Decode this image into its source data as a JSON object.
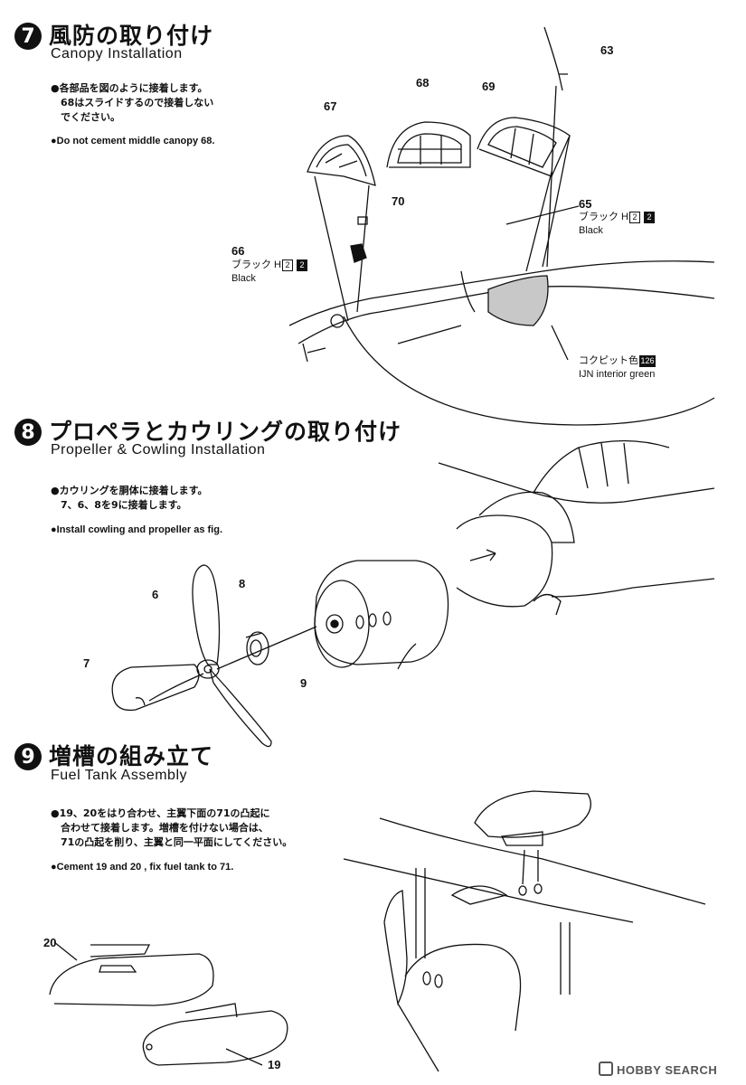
{
  "steps": [
    {
      "number": "7",
      "title_jp": "風防の取り付け",
      "title_en": "Canopy  Installation",
      "note_jp": "●各部品を図のように接着します。\n　68はスライドするので接着しない\n　でください。",
      "note_en": "●Do  not  cement  middle  canopy  68."
    },
    {
      "number": "8",
      "title_jp": "プロペラとカウリングの取り付け",
      "title_en": "Propeller  &  Cowling  Installation",
      "note_jp": "●カウリングを胴体に接着します。\n　7、6、8を9に接着します。",
      "note_en": "●Install  cowling  and  propeller  as  fig."
    },
    {
      "number": "9",
      "title_jp": "増槽の組み立て",
      "title_en": "Fuel  Tank  Assembly",
      "note_jp": "●19、20をはり合わせ、主翼下面の71の凸起に\n　合わせて接着します。増槽を付けない場合は、\n　71の凸起を削り、主翼と同一平面にしてください。",
      "note_en": "●Cement  19  and  20 , fix  fuel  tank  to  71."
    }
  ],
  "parts": {
    "p63": "63",
    "p67": "67",
    "p68": "68",
    "p69": "69",
    "p70": "70",
    "p65": "65",
    "p66": "66",
    "p6": "6",
    "p8": "8",
    "p7": "7",
    "p9": "9",
    "p20": "20",
    "p19": "19"
  },
  "paints": {
    "black_jp": "ブラック H",
    "black_code": "2",
    "black_code_alt": "2",
    "black_en": "Black",
    "cockpit_jp": "コクピット色",
    "cockpit_code": "126",
    "cockpit_en": "IJN  interior  green"
  },
  "watermark": "HOBBY SEARCH"
}
